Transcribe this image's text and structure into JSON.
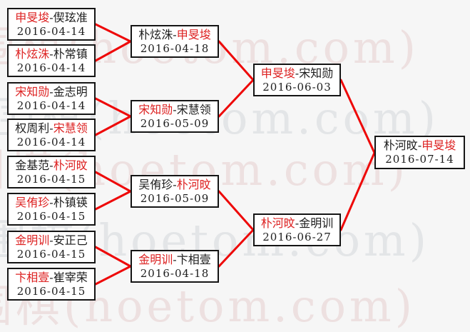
{
  "watermark": {
    "text": "围棋(hoetom.com)"
  },
  "colors": {
    "background": "#f6f6f6",
    "box_border": "#151515",
    "winner_red": "#dd2222",
    "connector_red": "#ee0808"
  },
  "separator": "-",
  "bracket": {
    "round1": [
      {
        "p1": "申旻埈",
        "p2": "偰玹准",
        "winner": "p1",
        "date": "2016-04-14"
      },
      {
        "p1": "朴炫洙",
        "p2": "朴常镇",
        "winner": "p1",
        "date": "2016-04-14"
      },
      {
        "p1": "宋知勋",
        "p2": "金志明",
        "winner": "p1",
        "date": "2016-04-14"
      },
      {
        "p1": "权周利",
        "p2": "宋慧领",
        "winner": "p2",
        "date": "2016-04-14"
      },
      {
        "p1": "金基范",
        "p2": "朴河旼",
        "winner": "p2",
        "date": "2016-04-15"
      },
      {
        "p1": "吴侑珍",
        "p2": "朴镇锳",
        "winner": "p1",
        "date": "2016-04-15"
      },
      {
        "p1": "金明训",
        "p2": "安正己",
        "winner": "p1",
        "date": "2016-04-15"
      },
      {
        "p1": "卞相壹",
        "p2": "崔宰荣",
        "winner": "p1",
        "date": "2016-04-15"
      }
    ],
    "round2": [
      {
        "p1": "朴炫洙",
        "p2": "申旻埈",
        "winner": "p2",
        "date": "2016-04-18"
      },
      {
        "p1": "宋知勋",
        "p2": "宋慧领",
        "winner": "p1",
        "date": "2016-05-09"
      },
      {
        "p1": "吴侑珍",
        "p2": "朴河旼",
        "winner": "p2",
        "date": "2016-05-09"
      },
      {
        "p1": "金明训",
        "p2": "卞相壹",
        "winner": "p1",
        "date": "2016-04-18"
      }
    ],
    "semifinals": [
      {
        "p1": "申旻埈",
        "p2": "宋知勋",
        "winner": "p1",
        "date": "2016-06-03"
      },
      {
        "p1": "朴河旼",
        "p2": "金明训",
        "winner": "p1",
        "date": "2016-06-27"
      }
    ],
    "final": [
      {
        "p1": "朴河旼",
        "p2": "申旻埈",
        "winner": "p2",
        "date": "2016-07-14"
      }
    ]
  }
}
